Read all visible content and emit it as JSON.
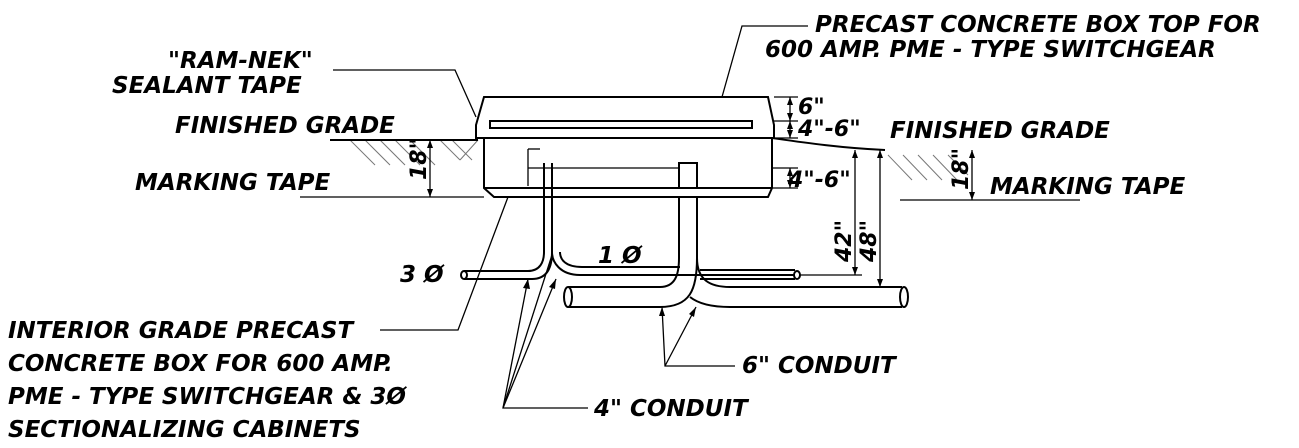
{
  "labels": {
    "box_top_line1": "PRECAST CONCRETE BOX TOP FOR",
    "box_top_line2": "600 AMP. PME - TYPE SWITCHGEAR",
    "sealant_line1": "\"RAM-NEK\"",
    "sealant_line2": "SEALANT TAPE",
    "finished_grade_left": "FINISHED GRADE",
    "finished_grade_right": "FINISHED GRADE",
    "marking_tape_left": "MARKING TAPE",
    "marking_tape_right": "MARKING TAPE",
    "three_phase": "3 Ø",
    "one_phase": "1 Ø",
    "interior_box_line1": "INTERIOR GRADE PRECAST",
    "interior_box_line2": "CONCRETE BOX FOR 600 AMP.",
    "interior_box_line3": "PME - TYPE SWITCHGEAR & 3Ø",
    "interior_box_line4": "SECTIONALIZING CABINETS",
    "conduit_6": "6\" CONDUIT",
    "conduit_4": "4\" CONDUIT"
  },
  "dimensions": {
    "top_thickness": "6\"",
    "top_to_grade": "4\"-6\"",
    "tape_depth_left": "18\"",
    "tape_depth_right": "18\"",
    "box_bottom_clearance": "4\"-6\"",
    "depth_42": "42\"",
    "depth_48": "48\""
  }
}
